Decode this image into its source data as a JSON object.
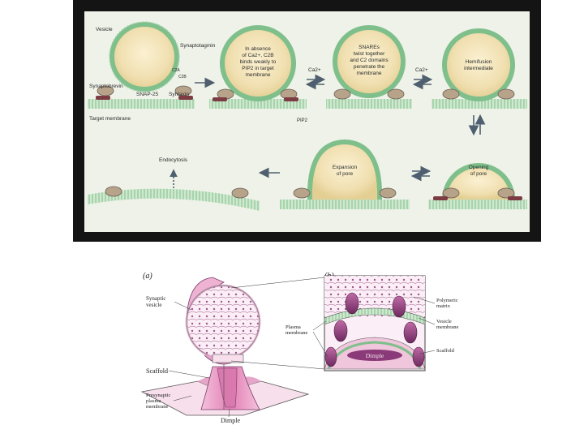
{
  "top_figure": {
    "labels": {
      "vesicle": "Vesicle",
      "synaptotagmin": "Synaptotagmin",
      "c2a": "C2A",
      "c2b": "C2B",
      "synaptobrevin": "Synaptobrevin",
      "snap25": "SNAP-25",
      "syntaxin": "Syntaxin",
      "target_membrane": "Target membrane",
      "pip2": "PIP2",
      "ca_1": "Ca2+",
      "ca_2": "Ca2+",
      "endocytosis": "Endocytosis"
    },
    "stages": {
      "s1": [
        "In absence",
        "of Ca2+, C2B",
        "binds weakly to",
        "PIP2 in target",
        "membrane"
      ],
      "s2": [
        "SNAREs",
        "twist together",
        "and C2 domains",
        "penetrate the",
        "membrane"
      ],
      "s3": [
        "Hemifusion",
        "intermediate"
      ],
      "s4": [
        "Opening",
        "of pore"
      ],
      "s5": [
        "Expansion",
        "of pore"
      ]
    }
  },
  "bottom_figure": {
    "panel_a": {
      "letter": "(a)",
      "synaptic_vesicle": [
        "Synaptic",
        "vesicle"
      ],
      "scaffold": "Scaffold",
      "presynaptic": [
        "Presynaptic",
        "plasma",
        "membrane"
      ],
      "dimple": "Dimple"
    },
    "panel_b": {
      "letter": "(b)",
      "plasma_membrane": [
        "Plasma",
        "membrane"
      ],
      "polymeric_matrix": [
        "Polymeric",
        "matrix"
      ],
      "vesicle_membrane": [
        "Vesicle",
        "membrane"
      ],
      "scaffold": "Scaffold",
      "dimple": "Dimple"
    }
  },
  "colors": {
    "frame": "#141414",
    "panel_bg": "#eef2e8",
    "membrane": "#8fc79a",
    "vesicle_fill": "#f2e2b8",
    "pink": "#e79ac6",
    "purple": "#8a3a78",
    "arrow": "#4f5f6f"
  }
}
